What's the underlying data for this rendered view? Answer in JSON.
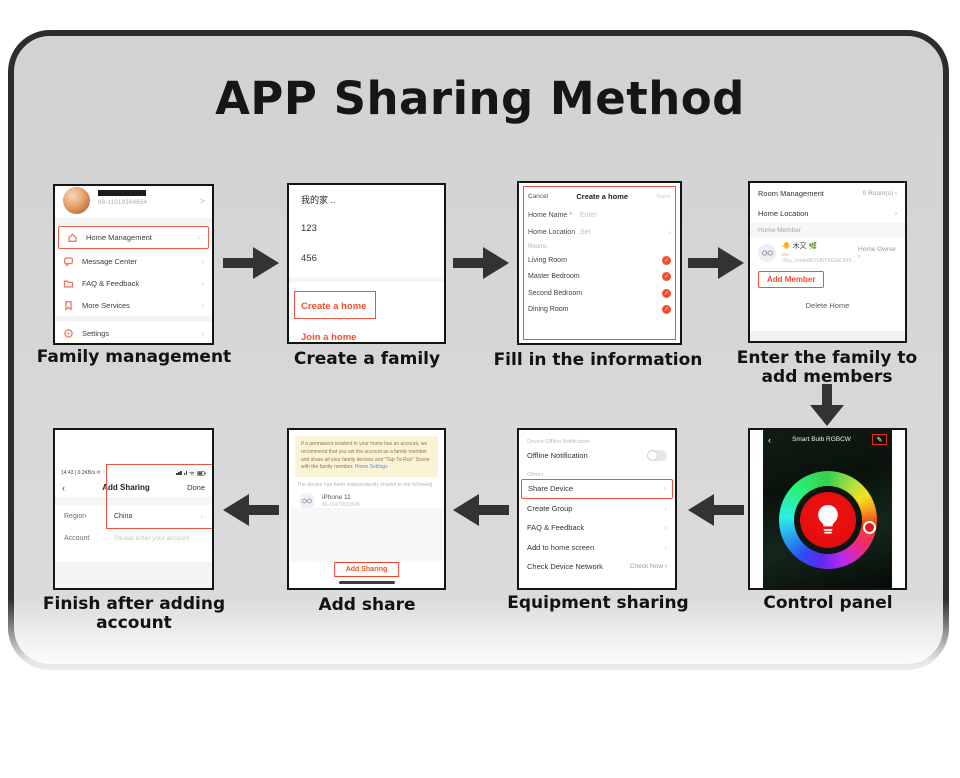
{
  "title": "APP Sharing Method",
  "icons": {
    "chevron": "›",
    "back": "‹",
    "check": "✓",
    "pencil": "✎",
    "star": "*",
    "header_chevron": ">"
  },
  "phones": {
    "profile": {
      "caption": "Family management",
      "phone_number": "86-11019364654",
      "menu": [
        {
          "label": "Home Management"
        },
        {
          "label": "Message Center"
        },
        {
          "label": "FAQ & Feedback"
        },
        {
          "label": "More Services"
        },
        {
          "label": "Settings"
        }
      ]
    },
    "home_list": {
      "caption": "Create a family",
      "header": "我的家 ..",
      "homes": [
        "123",
        "456"
      ],
      "create_label": "Create a home",
      "join_label": "Join a home"
    },
    "create_home": {
      "caption": "Fill in the information",
      "cancel": "Cancel",
      "title": "Create a home",
      "save": "Save",
      "home_name_label": "Home Name",
      "home_name_placeholder": "Enter",
      "home_location_label": "Home Location",
      "home_location_value": "Set",
      "rooms_header": "Rooms",
      "rooms": [
        "Living Room",
        "Master Bedroom",
        "Second Bedroom",
        "Dining Room"
      ]
    },
    "home_settings": {
      "caption": "Enter the family to add members",
      "room_management": "Room Management",
      "room_count": "0 Room(s)",
      "home_location": "Home Location",
      "member_header": "Home Member",
      "member_name": "🐥 木又 🌿",
      "member_id": "wx-o5u_sviae86YH6YMGAOH9...",
      "member_role": "Home Owner",
      "add_member": "Add Member",
      "delete_home": "Delete Home"
    },
    "control_panel": {
      "caption": "Control panel",
      "title": "Smart Bulb RGBCW"
    },
    "device_settings": {
      "caption": "Equipment sharing",
      "section1": "Device Offline Notification",
      "toggle_label": "Offline Notification",
      "section2": "Others",
      "items": [
        "Share Device",
        "Create Group",
        "FAQ & Feedback",
        "Add to home screen"
      ],
      "network_label": "Check Device Network",
      "network_action": "Check Now ›"
    },
    "share_list": {
      "caption": "Add share",
      "banner": "If a permanent resident in your home has an account, we recommend that you set the account as a family member and share all your family devices and \"Tap-To-Run\" Scene with the family member.",
      "banner_link": "Home Settings",
      "note": "The device has been independently shared to the following",
      "member_name": "iPhone 11",
      "member_number": "86-15479532545",
      "add_button": "Add Sharing"
    },
    "add_sharing": {
      "caption": "Finish after adding account",
      "status_left": "14:43 | 0.2KB/s ⟳ ♡",
      "status_right": "令",
      "nav_back": "‹",
      "nav_title": "Add Sharing",
      "nav_done": "Done",
      "region_label": "Region",
      "region_value": "China",
      "account_label": "Account",
      "account_placeholder": "Please enter your account"
    }
  }
}
